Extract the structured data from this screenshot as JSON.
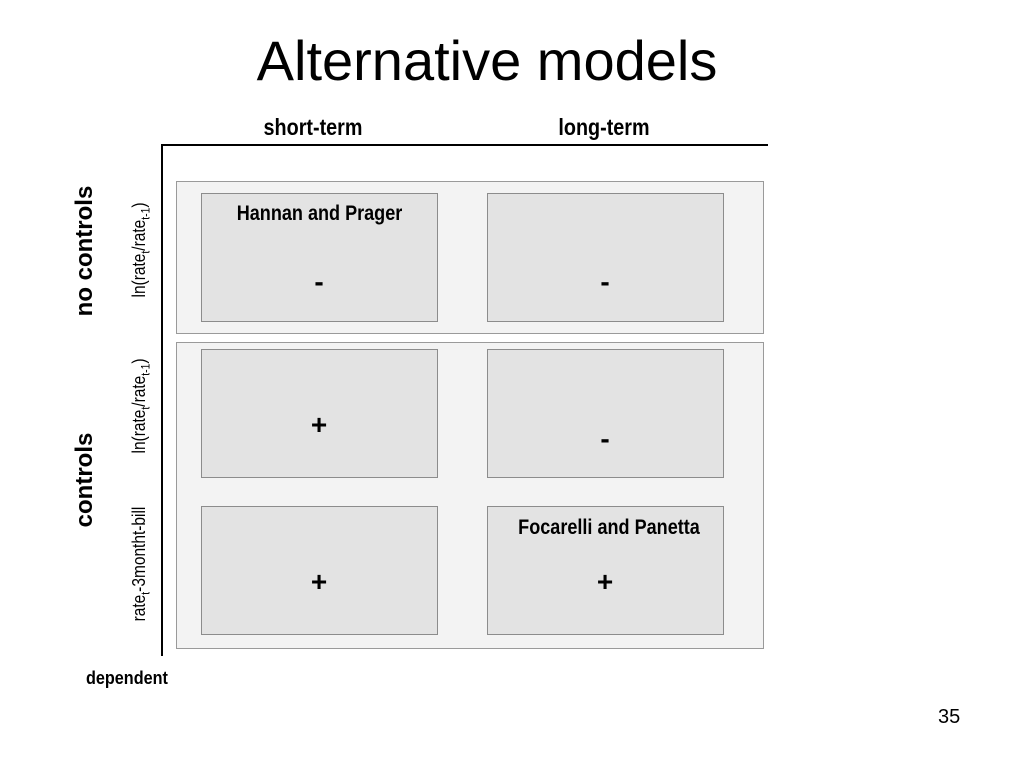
{
  "slide": {
    "title": "Alternative models",
    "page_number": "35"
  },
  "columns": {
    "short_term": "short-term",
    "long_term": "long-term"
  },
  "groups": {
    "no_controls": "no controls",
    "controls": "controls"
  },
  "dependent_label": "dependent",
  "rows": [
    {
      "dep_main": "ln(rate",
      "dep_sub1": "t",
      "dep_mid": "/rate",
      "dep_sub2": "t-1",
      "dep_end": ")"
    },
    {
      "dep_main": "ln(rate",
      "dep_sub1": "t",
      "dep_mid": "/rate",
      "dep_sub2": "t-1",
      "dep_end": ")"
    },
    {
      "dep_main": "rate",
      "dep_sub1": "t",
      "dep_mid": "-3montht-bill",
      "dep_sub2": "",
      "dep_end": ""
    }
  ],
  "cells": {
    "r1_short": {
      "name": "Hannan and Prager",
      "sign": "-"
    },
    "r1_long": {
      "name": "",
      "sign": "-"
    },
    "r2_short": {
      "name": "",
      "sign": "+"
    },
    "r2_long": {
      "name": "",
      "sign": "-"
    },
    "r3_short": {
      "name": "",
      "sign": "+"
    },
    "r3_long": {
      "name": "Focarelli and Panetta",
      "sign": "+"
    }
  }
}
